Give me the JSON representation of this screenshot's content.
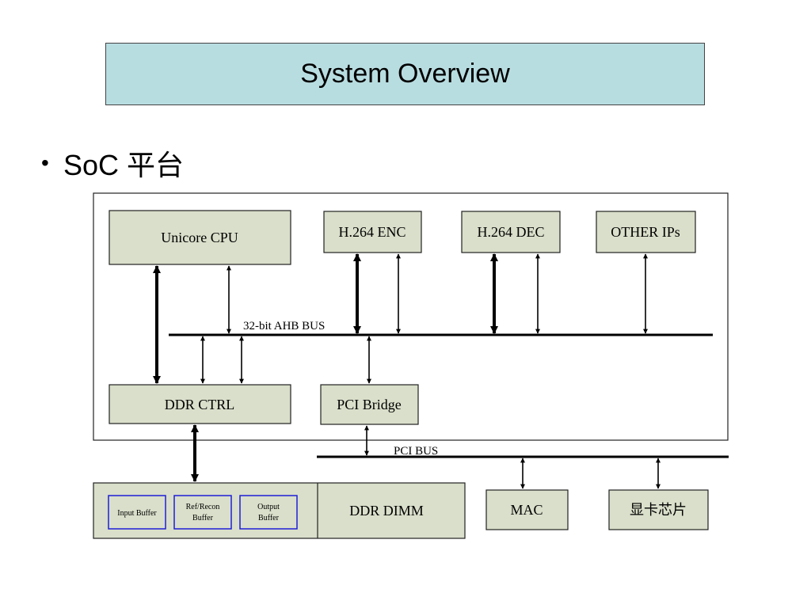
{
  "slide": {
    "title": "System Overview",
    "bullet": "SoC 平台"
  },
  "diagram": {
    "blocks": {
      "cpu": "Unicore CPU",
      "h264_enc": "H.264 ENC",
      "h264_dec": "H.264 DEC",
      "other_ips": "OTHER IPs",
      "ddr_ctrl": "DDR CTRL",
      "pci_bridge": "PCI Bridge",
      "ddr_dimm": "DDR DIMM",
      "mac": "MAC",
      "gpu_chip": "显卡芯片"
    },
    "buffers": {
      "input": "Input Buffer",
      "ref_recon_line1": "Ref/Recon",
      "ref_recon_line2": "Buffer",
      "output_line1": "Output",
      "output_line2": "Buffer"
    },
    "buses": {
      "ahb": "32-bit AHB BUS",
      "pci": "PCI BUS"
    },
    "colors": {
      "block_fill": "#d9dfca",
      "title_fill": "#b8dde1",
      "buffer_border": "#1f1fd6"
    }
  }
}
